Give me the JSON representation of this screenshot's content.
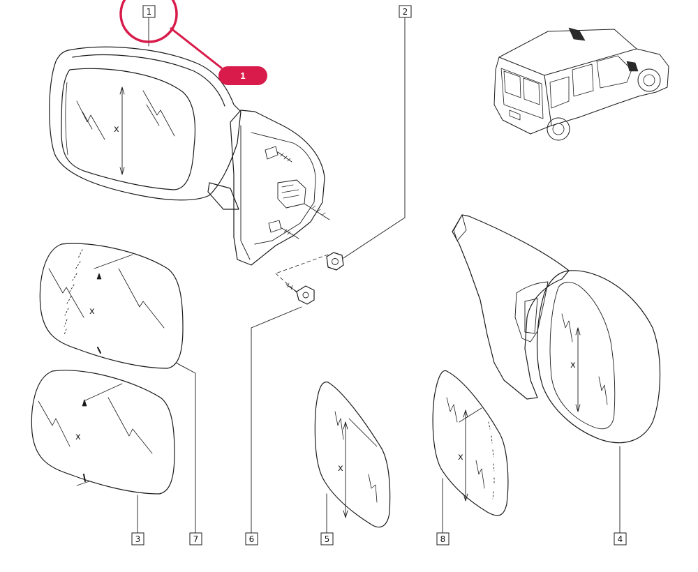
{
  "diagram": {
    "callouts": [
      {
        "id": "c1",
        "label": "1"
      },
      {
        "id": "c2",
        "label": "2"
      },
      {
        "id": "c3",
        "label": "3"
      },
      {
        "id": "c4",
        "label": "4"
      },
      {
        "id": "c5",
        "label": "5"
      },
      {
        "id": "c6",
        "label": "6"
      },
      {
        "id": "c7",
        "label": "7"
      },
      {
        "id": "c8",
        "label": "8"
      }
    ],
    "dimension_mark": "x",
    "highlight": {
      "label": "1",
      "color": "#d81b4a"
    }
  }
}
